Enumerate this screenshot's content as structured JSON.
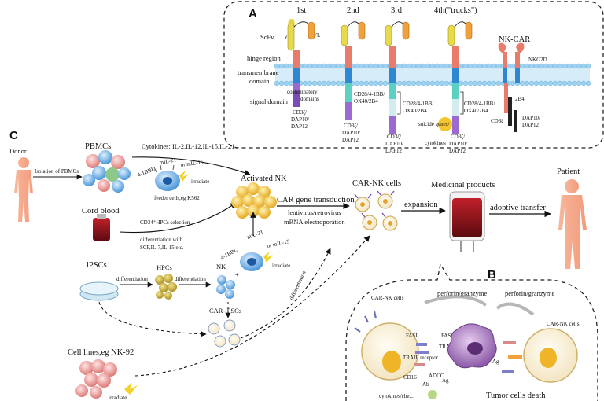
{
  "panel_a": {
    "letter": "A",
    "generations": [
      "1st",
      "2nd",
      "3rd",
      "4th(\"trucks\")"
    ],
    "nk_car": "NK-CAR",
    "labels": {
      "scfv": "ScFv",
      "vh": "VH",
      "vl": "VL",
      "hinge": "hinge region",
      "transmembrane_1": "transmembrane",
      "transmembrane_2": "domain",
      "signal": "signal domain",
      "costim_1": "costimulatory",
      "costim_2": "domains",
      "nkg2d": "NKG2D",
      "b4": "2B4",
      "cd3z_short": "CD3ζ",
      "suicide_1": "suicide genes/",
      "suicide_2": "cytokines"
    },
    "cd3z_stack": [
      "CD3ζ/",
      "DAP10/",
      "DAP12"
    ],
    "cd28_stack": [
      "CD28/4-1BB/",
      "OX40/2B4"
    ],
    "nk_dap_stack": [
      "DAP10/",
      "DAP12"
    ]
  },
  "panel_c": {
    "letter": "C",
    "donor": "Donor",
    "isolation": "Isolation of PBMCs",
    "pbmcs": "PBMCs",
    "cytokines": "Cytokines: IL-2,IL-12,IL-15,IL-21",
    "il_1": "4-1BBL",
    "il_2": "mIL-21",
    "il_3": "or mIL-15",
    "irradiate": "irradiate",
    "feeder": "feeder cells,eg K562",
    "cord_blood": "Cord blood",
    "cd34": "CD34⁺HPCs selection",
    "diff_with_1": "differentiation with",
    "diff_with_2": "SCF,IL-7,IL-15,etc.",
    "ipscs": "iPSCs",
    "differentiation": "differentiation",
    "hpcs": "HPCs",
    "nk": "NK",
    "car_ipscs": "CAR-iPSCs",
    "cell_lines": "Cell lines,eg NK-92",
    "irradiate_bottom": "irradiate",
    "activated_nk": "Activated NK",
    "car_gene": "CAR gene transduction",
    "lentivirus": "lentivirus/retrovirus",
    "mrna": "mRNA electroporation",
    "car_nk_cells": "CAR-NK cells",
    "expansion": "expansion",
    "medicinal": "Medicinal products",
    "adoptive": "adoptive transfer",
    "patient": "Patient"
  },
  "panel_b": {
    "letter": "B",
    "car_nk_left": "CAR-NK cells",
    "car_nk_right": "CAR-NK cells",
    "perforin_1": "perforin/granzyme",
    "perforin_2": "perforin/granzyme",
    "fasl": "FASL",
    "fas": "FAS",
    "trail": "TRAIL",
    "trail_receptor": "TRAIL receptor",
    "cd16": "CD16",
    "ab": "Ab",
    "adcc": "ADCC",
    "ag_1": "Ag",
    "ag_2": "Ag",
    "cytokines": "cytokines/che...",
    "tumor_death": "Tumor cells death"
  }
}
